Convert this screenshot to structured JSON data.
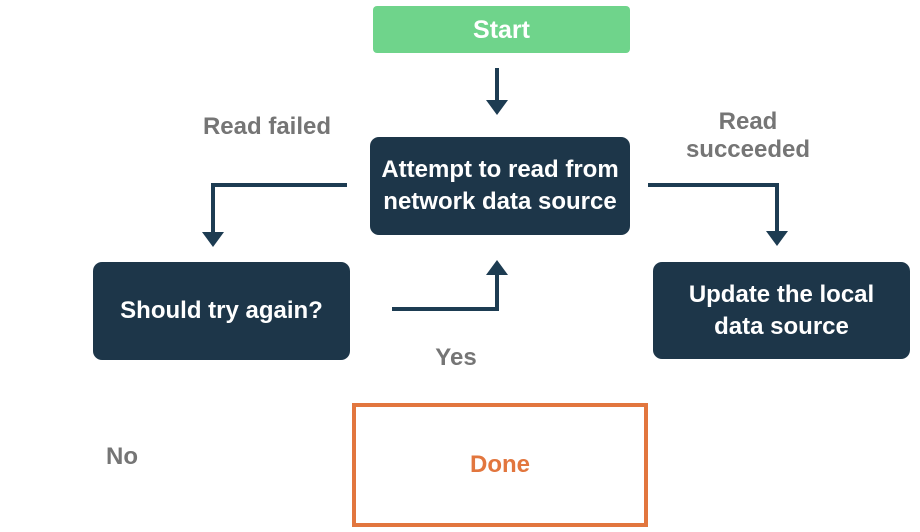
{
  "diagram": {
    "title": "network data read flowchart",
    "nodes": {
      "start": {
        "label": "Start",
        "type": "start",
        "color": "#6fd48b"
      },
      "attempt": {
        "label": "Attempt to read from network data source",
        "type": "process",
        "color": "#1d3649"
      },
      "should_try": {
        "label": "Should try again?",
        "type": "decision",
        "color": "#1d3649"
      },
      "update_local": {
        "label": "Update the local data source",
        "type": "process",
        "color": "#1d3649"
      },
      "done": {
        "label": "Done",
        "type": "end",
        "color": "#e2763e"
      }
    },
    "edges": {
      "start_to_attempt": {
        "from": "start",
        "to": "attempt",
        "label": ""
      },
      "read_failed": {
        "from": "attempt",
        "to": "should_try",
        "label": "Read failed"
      },
      "read_succeeded": {
        "from": "attempt",
        "to": "update_local",
        "label": "Read succeeded"
      },
      "yes_retry": {
        "from": "should_try",
        "to": "attempt",
        "label": "Yes"
      },
      "no_branch": {
        "from": "should_try",
        "to": "done",
        "label": "No"
      }
    }
  },
  "colors": {
    "canvas_bg": "#ffffff",
    "node_green": "#6fd48b",
    "node_navy": "#1d3649",
    "connector": "#1d3c52",
    "label_gray": "#757575",
    "accent_orange": "#e2763e",
    "text_white": "#ffffff"
  }
}
